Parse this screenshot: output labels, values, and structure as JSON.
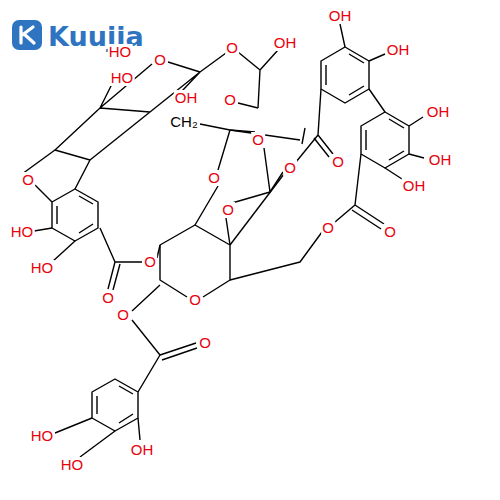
{
  "diagram": {
    "labels": [
      "Kuujia",
      "HO",
      "O",
      "O",
      "OH",
      "HO",
      "OH",
      "O",
      "CH₂",
      "O",
      "O",
      "O",
      "HO",
      "HO",
      "O",
      "O",
      "O",
      "O",
      "O",
      "O",
      "HO",
      "HO",
      "OH",
      "OH",
      "OH",
      "OH",
      "OH",
      "OH",
      "O",
      "O",
      "O",
      "O"
    ]
  }
}
